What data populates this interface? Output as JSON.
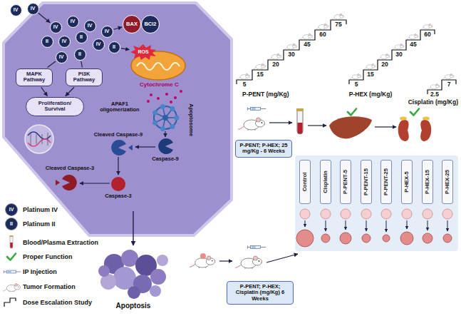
{
  "diagram": {
    "nodes": [
      {
        "text": [
          "IV"
        ]
      },
      {
        "text": [
          "IV"
        ]
      },
      {
        "text": [
          "IV"
        ]
      },
      {
        "text": [
          "IV"
        ]
      },
      {
        "text": [
          "IV"
        ]
      },
      {
        "text": [
          "IV"
        ]
      },
      {
        "text": [
          "II"
        ]
      },
      {
        "text": [
          "IV"
        ]
      },
      {
        "text": [
          "II"
        ]
      },
      {
        "text": [
          "IV"
        ]
      },
      {
        "text": [
          "II"
        ]
      },
      {
        "text": [
          "II"
        ]
      },
      {
        "text": [
          "IV"
        ]
      },
      {
        "text": [
          "BAX"
        ]
      },
      {
        "text": [
          "BCl2"
        ]
      },
      {
        "text": [
          "ROS"
        ]
      },
      {
        "text": [
          "MAPK Pathway"
        ]
      },
      {
        "text": [
          "PI3K Pathway"
        ]
      },
      {
        "text": [
          "Proliferation/ Survival"
        ]
      },
      {
        "text": [
          "P-PENT; P-HEX; 25 mg/Kg - 6 Weeks"
        ]
      },
      {
        "text": [
          "P-PENT; P-HEX; Cisplatin (mg/Kg) 6 Weeks"
        ]
      },
      {
        "text": [
          "Control"
        ]
      },
      {
        "text": [
          "Cisplatin"
        ]
      },
      {
        "text": [
          "P-PENT-5"
        ]
      },
      {
        "text": [
          "P-PENT-15"
        ]
      },
      {
        "text": [
          "P-PENT-25"
        ]
      },
      {
        "text": [
          "P-HEX-5"
        ]
      },
      {
        "text": [
          "P-HEX-15"
        ]
      },
      {
        "text": [
          "P-HEX-25"
        ]
      }
    ],
    "edges": [
      {
        "from": 1,
        "to": 2,
        "arrow": "to"
      },
      {
        "from": 12,
        "to": 16,
        "arrow": "none"
      },
      {
        "from": 11,
        "to": 17,
        "arrow": "none"
      },
      {
        "from": 16,
        "to": 18,
        "arrow": "to"
      },
      {
        "from": 17,
        "to": 18,
        "arrow": "to"
      },
      {
        "from": 5,
        "to": 13,
        "arrow": "to"
      },
      {
        "from": 10,
        "to": 15,
        "arrow": "to"
      }
    ],
    "labels": [
      "IV",
      "II",
      "Cytochrome C",
      "APAF1 oligomerization",
      "Apoptosome",
      "Cleaved Caspase-9",
      "Caspase-9",
      "Cleaved Caspase-3",
      "Caspase-3",
      "Apoptosis",
      "5",
      "15",
      "20",
      "30",
      "45",
      "60",
      "75",
      "P-PENT (mg/Kg)",
      "5",
      "15",
      "20",
      "30",
      "45",
      "60",
      "P-HEX (mg/Kg)",
      "2.5",
      "7",
      "Cisplatin (mg/Kg)"
    ],
    "legend": [
      {
        "text": "Platinum IV"
      },
      {
        "text": "Platinum II"
      },
      {
        "text": "Blood/Plasma Extraction"
      },
      {
        "text": "Proper Function"
      },
      {
        "text": "IP Injection"
      },
      {
        "text": "Tumor Formation"
      },
      {
        "text": "Dose Escalation Study"
      }
    ]
  }
}
